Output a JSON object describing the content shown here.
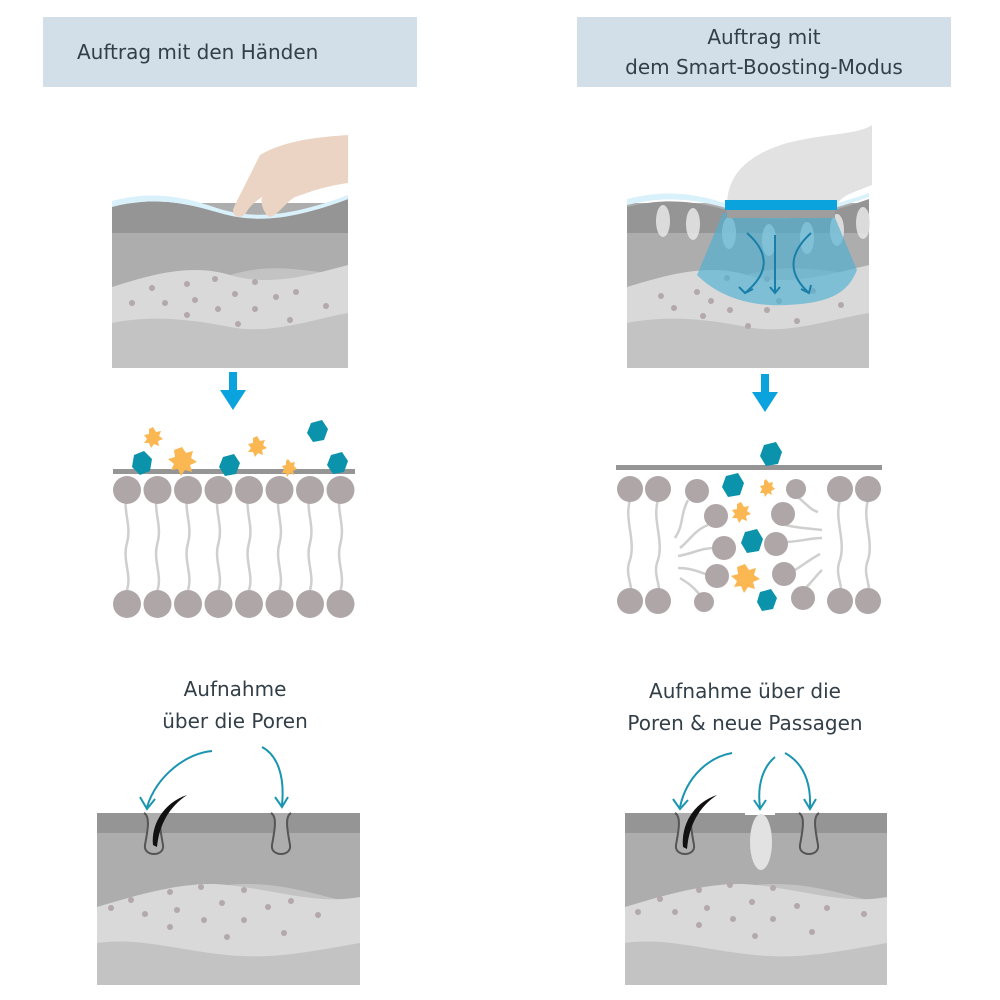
{
  "colors": {
    "header_bg": "#d3dfe8",
    "text": "#333f48",
    "arrow_blue": "#0aa3de",
    "teal": "#0a93ab",
    "orange": "#fbb751",
    "lipid": "#afa6a7",
    "skin_dark": "#959595",
    "skin_mid": "#adadad",
    "skin_light": "#d9d9d9",
    "skin_bottom": "#c3c3c3",
    "particle": "#b3a8aa",
    "hand": "#ecd4c4",
    "device": "#e2e2e2",
    "device_ring": "#0aa3de",
    "beam": "#4fb1d4"
  },
  "left": {
    "header": "Auftrag mit den Händen",
    "caption_line1": "Aufnahme",
    "caption_line2": "über die Poren"
  },
  "right": {
    "header_line1": "Auftrag mit",
    "header_line2": "dem Smart-Boosting-Modus",
    "caption_line1": "Aufnahme über die",
    "caption_line2": "Poren & neue Passagen"
  }
}
